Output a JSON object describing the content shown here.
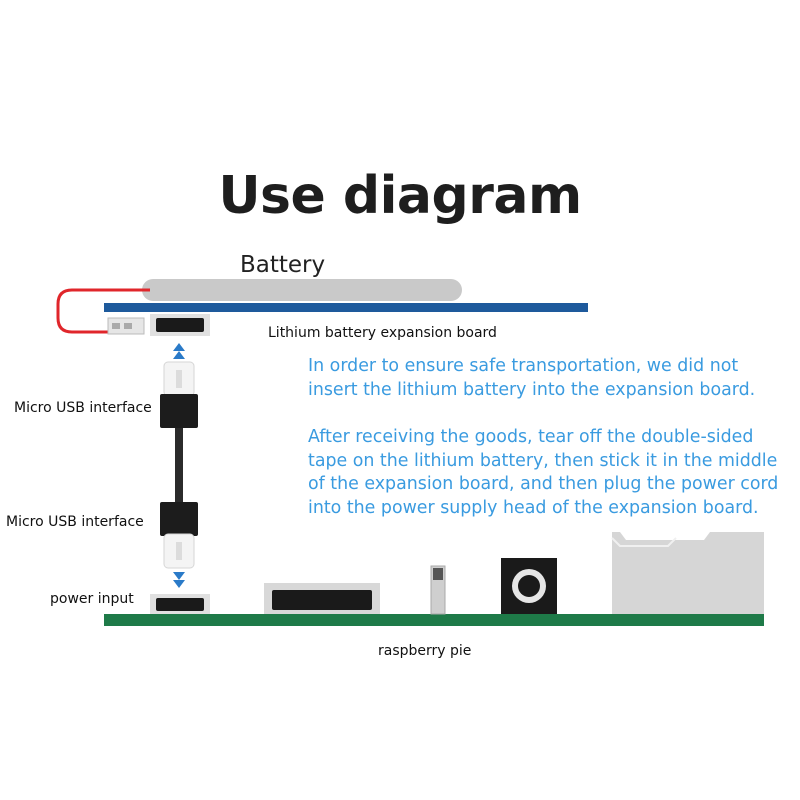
{
  "title": "Use diagram",
  "labels": {
    "battery": "Battery",
    "expansion_board": "Lithium battery expansion board",
    "micro_usb_top": "Micro USB interface",
    "micro_usb_bottom": "Micro USB interface",
    "power_input": "power input",
    "raspberry": "raspberry pie"
  },
  "notes": {
    "transport_line1": "In order to ensure safe transportation, we did not",
    "transport_line2": "insert the lithium battery into the expansion board.",
    "install_line1": "After receiving the goods, tear off the double-sided",
    "install_line2": "tape on the lithium battery, then stick it in the middle",
    "install_line3": "of the expansion board, and then plug the power cord",
    "install_line4": "into the power supply head of the expansion board."
  },
  "colors": {
    "expansion_board": "#1e5a9c",
    "raspberry_board": "#1e7a48",
    "battery": "#c9c9c9",
    "wire": "#e0262b",
    "note_text": "#3a9be0",
    "arrow": "#2a7ac8"
  }
}
